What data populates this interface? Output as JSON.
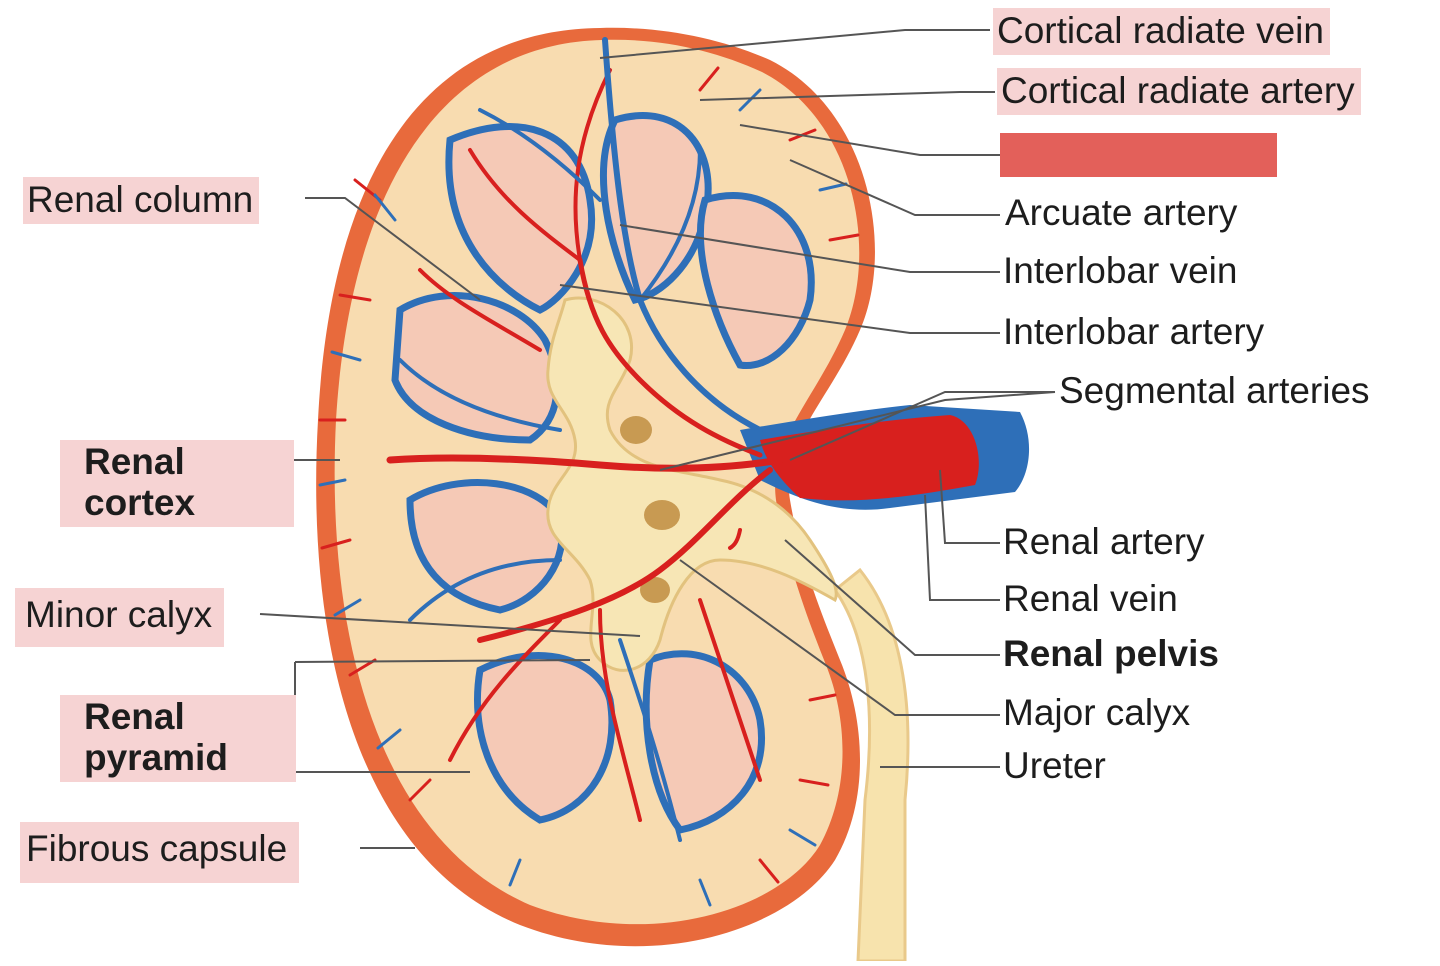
{
  "diagram": {
    "colors": {
      "artery": "#d8201e",
      "vein": "#2e6fb8",
      "cortex": "#f8dcb0",
      "medulla": "#f5c9b6",
      "pelvis": "#f7e6b5",
      "capsule": "#e86a3c",
      "highlight": "#f6d3d3",
      "hidden_label": "#e3605a"
    },
    "labels": {
      "cortical_radiate_vein": "Cortical radiate vein",
      "cortical_radiate_artery": "Cortical radiate artery",
      "arcuate_artery": "Arcuate artery",
      "interlobar_vein": "Interlobar vein",
      "interlobar_artery": "Interlobar artery",
      "segmental_arteries": "Segmental arteries",
      "renal_artery": "Renal artery",
      "renal_vein": "Renal vein",
      "renal_pelvis": "Renal pelvis",
      "major_calyx": "Major calyx",
      "ureter": "Ureter",
      "renal_column": "Renal column",
      "renal_cortex": "Renal cortex",
      "minor_calyx": "Minor calyx",
      "renal_pyramid": "Renal pyramid",
      "fibrous_capsule": "Fibrous capsule"
    }
  }
}
